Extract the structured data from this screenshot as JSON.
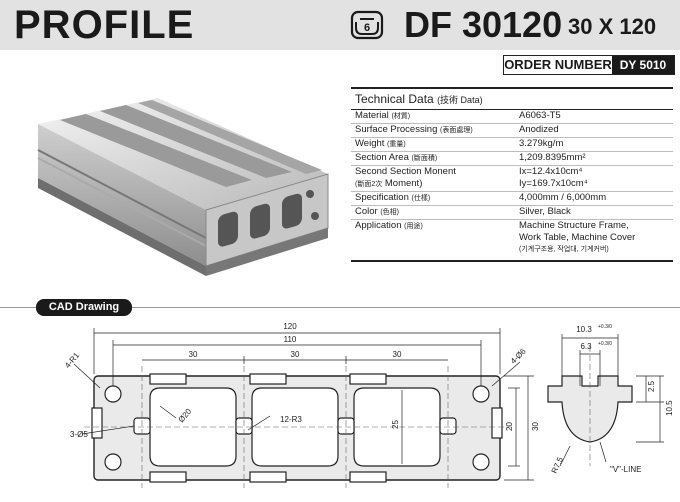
{
  "header": {
    "title": "PROFILE",
    "series_icon_digit": "6",
    "model_code": "DF 30120",
    "model_size": "30 X 120"
  },
  "order": {
    "label": "ORDER NUMBER",
    "code": "DY 5010"
  },
  "tech": {
    "title": "Technical Data",
    "title_sub": "(技術 Data)",
    "rows": [
      {
        "key": "Material",
        "key_sub": "(材質)",
        "value": "A6063-T5",
        "value_sub": ""
      },
      {
        "key": "Surface Processing",
        "key_sub": "(表面處理)",
        "value": "Anodized",
        "value_sub": ""
      },
      {
        "key": "Weight",
        "key_sub": "(重量)",
        "value": "3.279kg/m",
        "value_sub": ""
      },
      {
        "key": "Section Area",
        "key_sub": "(斷面積)",
        "value": "1,209.8395mm²",
        "value_sub": ""
      },
      {
        "key": "Second Section Monent",
        "key_sub": "",
        "key2_sub": "(斷面2次",
        "key2": " Moment)",
        "value": "Ix=12.4x10cm⁴",
        "value2": "Iy=169.7x10cm⁴",
        "value_sub": ""
      },
      {
        "key": "Specification",
        "key_sub": "(仕樣)",
        "value": "4,000mm / 6,000mm",
        "value_sub": ""
      },
      {
        "key": "Color",
        "key_sub": "(色相)",
        "value": "Silver, Black",
        "value_sub": ""
      },
      {
        "key": "Application",
        "key_sub": "(用途)",
        "value": "Machine Structure Frame,",
        "value2": "Work Table, Machine Cover",
        "value_sub": "(기계구조용, 작업대, 기계커버)"
      }
    ]
  },
  "cad": {
    "label": "CAD Drawing",
    "dims": {
      "overall": "120",
      "hole_span": "110",
      "pitch_1": "30",
      "pitch_2": "30",
      "pitch_3": "30",
      "corner_radius": "4-R1",
      "hole_dia": "4-Ø6",
      "center_hole": "3-Ø5",
      "bore": "Ø20",
      "inner_radius": "12-R3",
      "inner_height": "25",
      "height_inner": "20",
      "height_outer": "30",
      "slot_width": "10.3",
      "slot_width_tol": "+0.3/0",
      "slot_neck": "6.3",
      "slot_neck_tol": "+0.3/0",
      "lip": "2.5",
      "slot_depth": "10.5",
      "slot_radius": "R7.5",
      "vline": "\"V\"-LINE"
    }
  },
  "colors": {
    "header_bg": "#e2e2e2",
    "dark": "#1a1a1a",
    "profile_fill": "#e9e9e9"
  }
}
